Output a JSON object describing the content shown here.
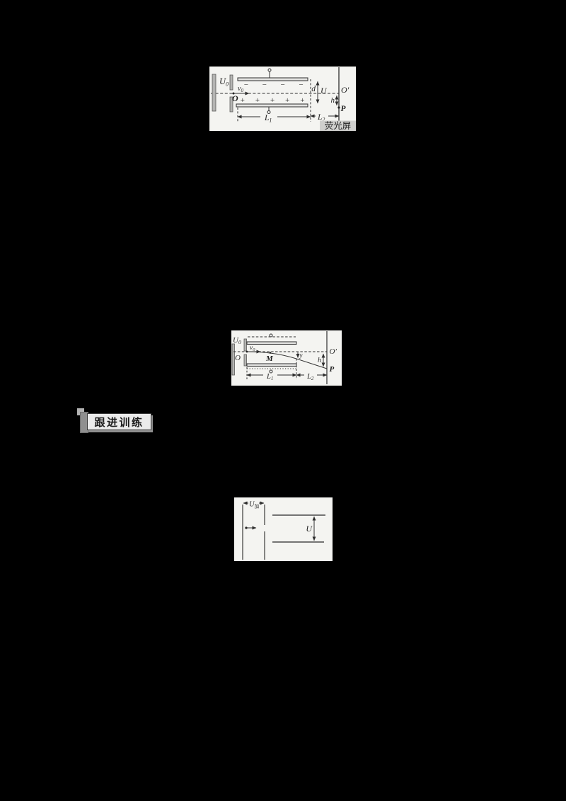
{
  "page": {
    "background": "#000000"
  },
  "section_label": {
    "text": "跟进训练"
  },
  "diagram1": {
    "u0": {
      "main": "U",
      "sub": "0"
    },
    "v0": {
      "main": "v",
      "sub": "0"
    },
    "o": "O",
    "minus_row": "−−−−",
    "plus_row": "+++++",
    "d": "d",
    "u": "U",
    "o_prime": "O′",
    "h": "h",
    "p": "P",
    "l1": {
      "main": "L",
      "sub": "1"
    },
    "l2": {
      "main": "L",
      "sub": "2"
    },
    "screen": "荧光屏"
  },
  "diagram2": {
    "u0": {
      "main": "U",
      "sub": "0"
    },
    "v0": {
      "main": "v",
      "sub": "0"
    },
    "o": "O",
    "m": "M",
    "y": "y",
    "o_prime": "O′",
    "h": "h",
    "p": "P",
    "l1": {
      "main": "L",
      "sub": "1"
    },
    "l2": {
      "main": "L",
      "sub": "2"
    }
  },
  "diagram3": {
    "u_acc": {
      "main": "U",
      "sub": "加"
    },
    "u": "U"
  }
}
